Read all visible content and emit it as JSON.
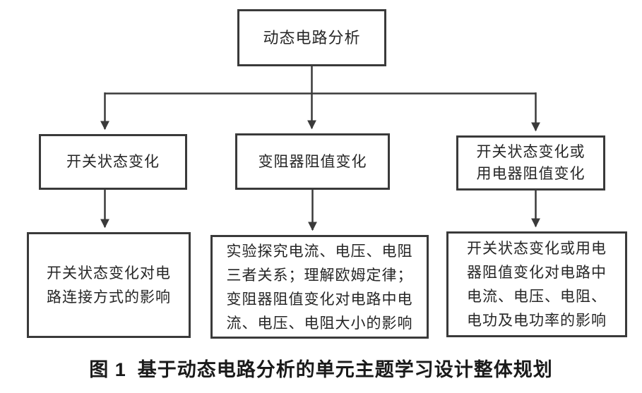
{
  "diagram": {
    "root": {
      "label": "动态电路分析"
    },
    "branches": [
      {
        "label": "开关状态变化",
        "detail": "开关状态变化对电\n路连接方式的影响"
      },
      {
        "label": "变阻器阻值变化",
        "detail": "实验探究电流、电压、电阻\n三者关系；理解欧姆定律；\n变阻器阻值变化对电路中电\n流、电压、电阻大小的影响"
      },
      {
        "label": "开关状态变化或\n用电器阻值变化",
        "detail": "开关状态变化或用电\n器阻值变化对电路中\n电流、电压、电阻、\n电功及电功率的影响"
      }
    ],
    "caption": {
      "fig_label": "图 1",
      "text": "基于动态电路分析的单元主题学习设计整体规划"
    }
  },
  "colors": {
    "line": "#3a3a3a",
    "text": "#262626",
    "background": "#ffffff"
  }
}
